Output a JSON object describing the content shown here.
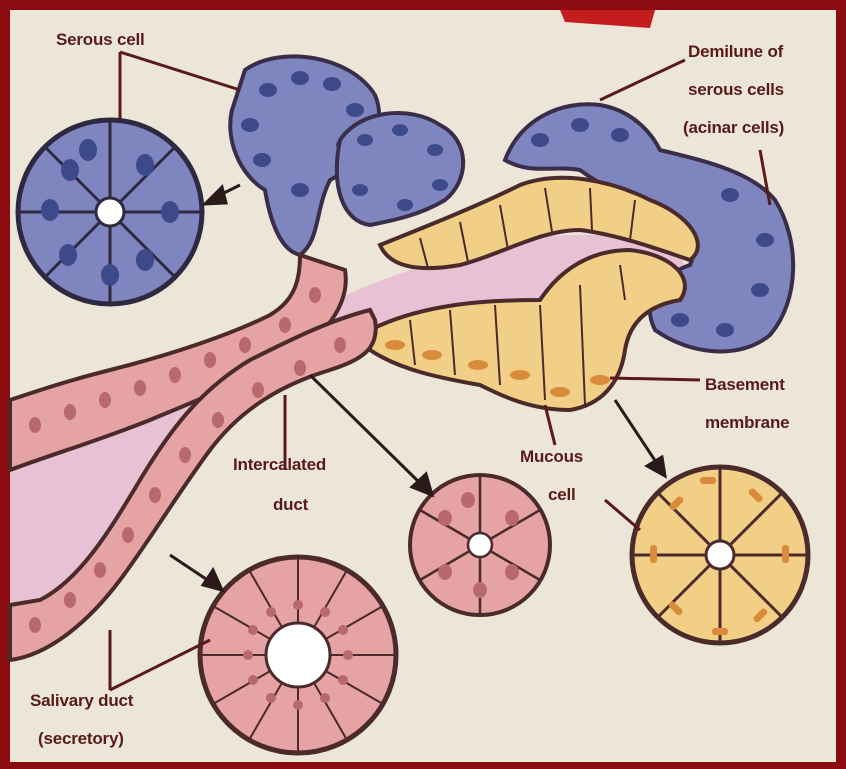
{
  "labels": {
    "serous_cell": "Serous cell",
    "demilune_line1": "Demilune of",
    "demilune_line2": "serous cells",
    "demilune_line3": "(acinar cells)",
    "basement_line1": "Basement",
    "basement_line2": "membrane",
    "mucous_line1": "Mucous",
    "mucous_line2": "cell",
    "intercalated_line1": "Intercalated",
    "intercalated_line2": "duct",
    "salivary_line1": "Salivary duct",
    "salivary_line2": "(secretory)"
  },
  "colors": {
    "frame": "#8b0c10",
    "paper": "#ece6d8",
    "serous": "#7f86bf",
    "mucous": "#f2cf86",
    "duct": "#e6a3a3",
    "lumen": "#e8c2d4",
    "outline": "#4a2a2a"
  }
}
